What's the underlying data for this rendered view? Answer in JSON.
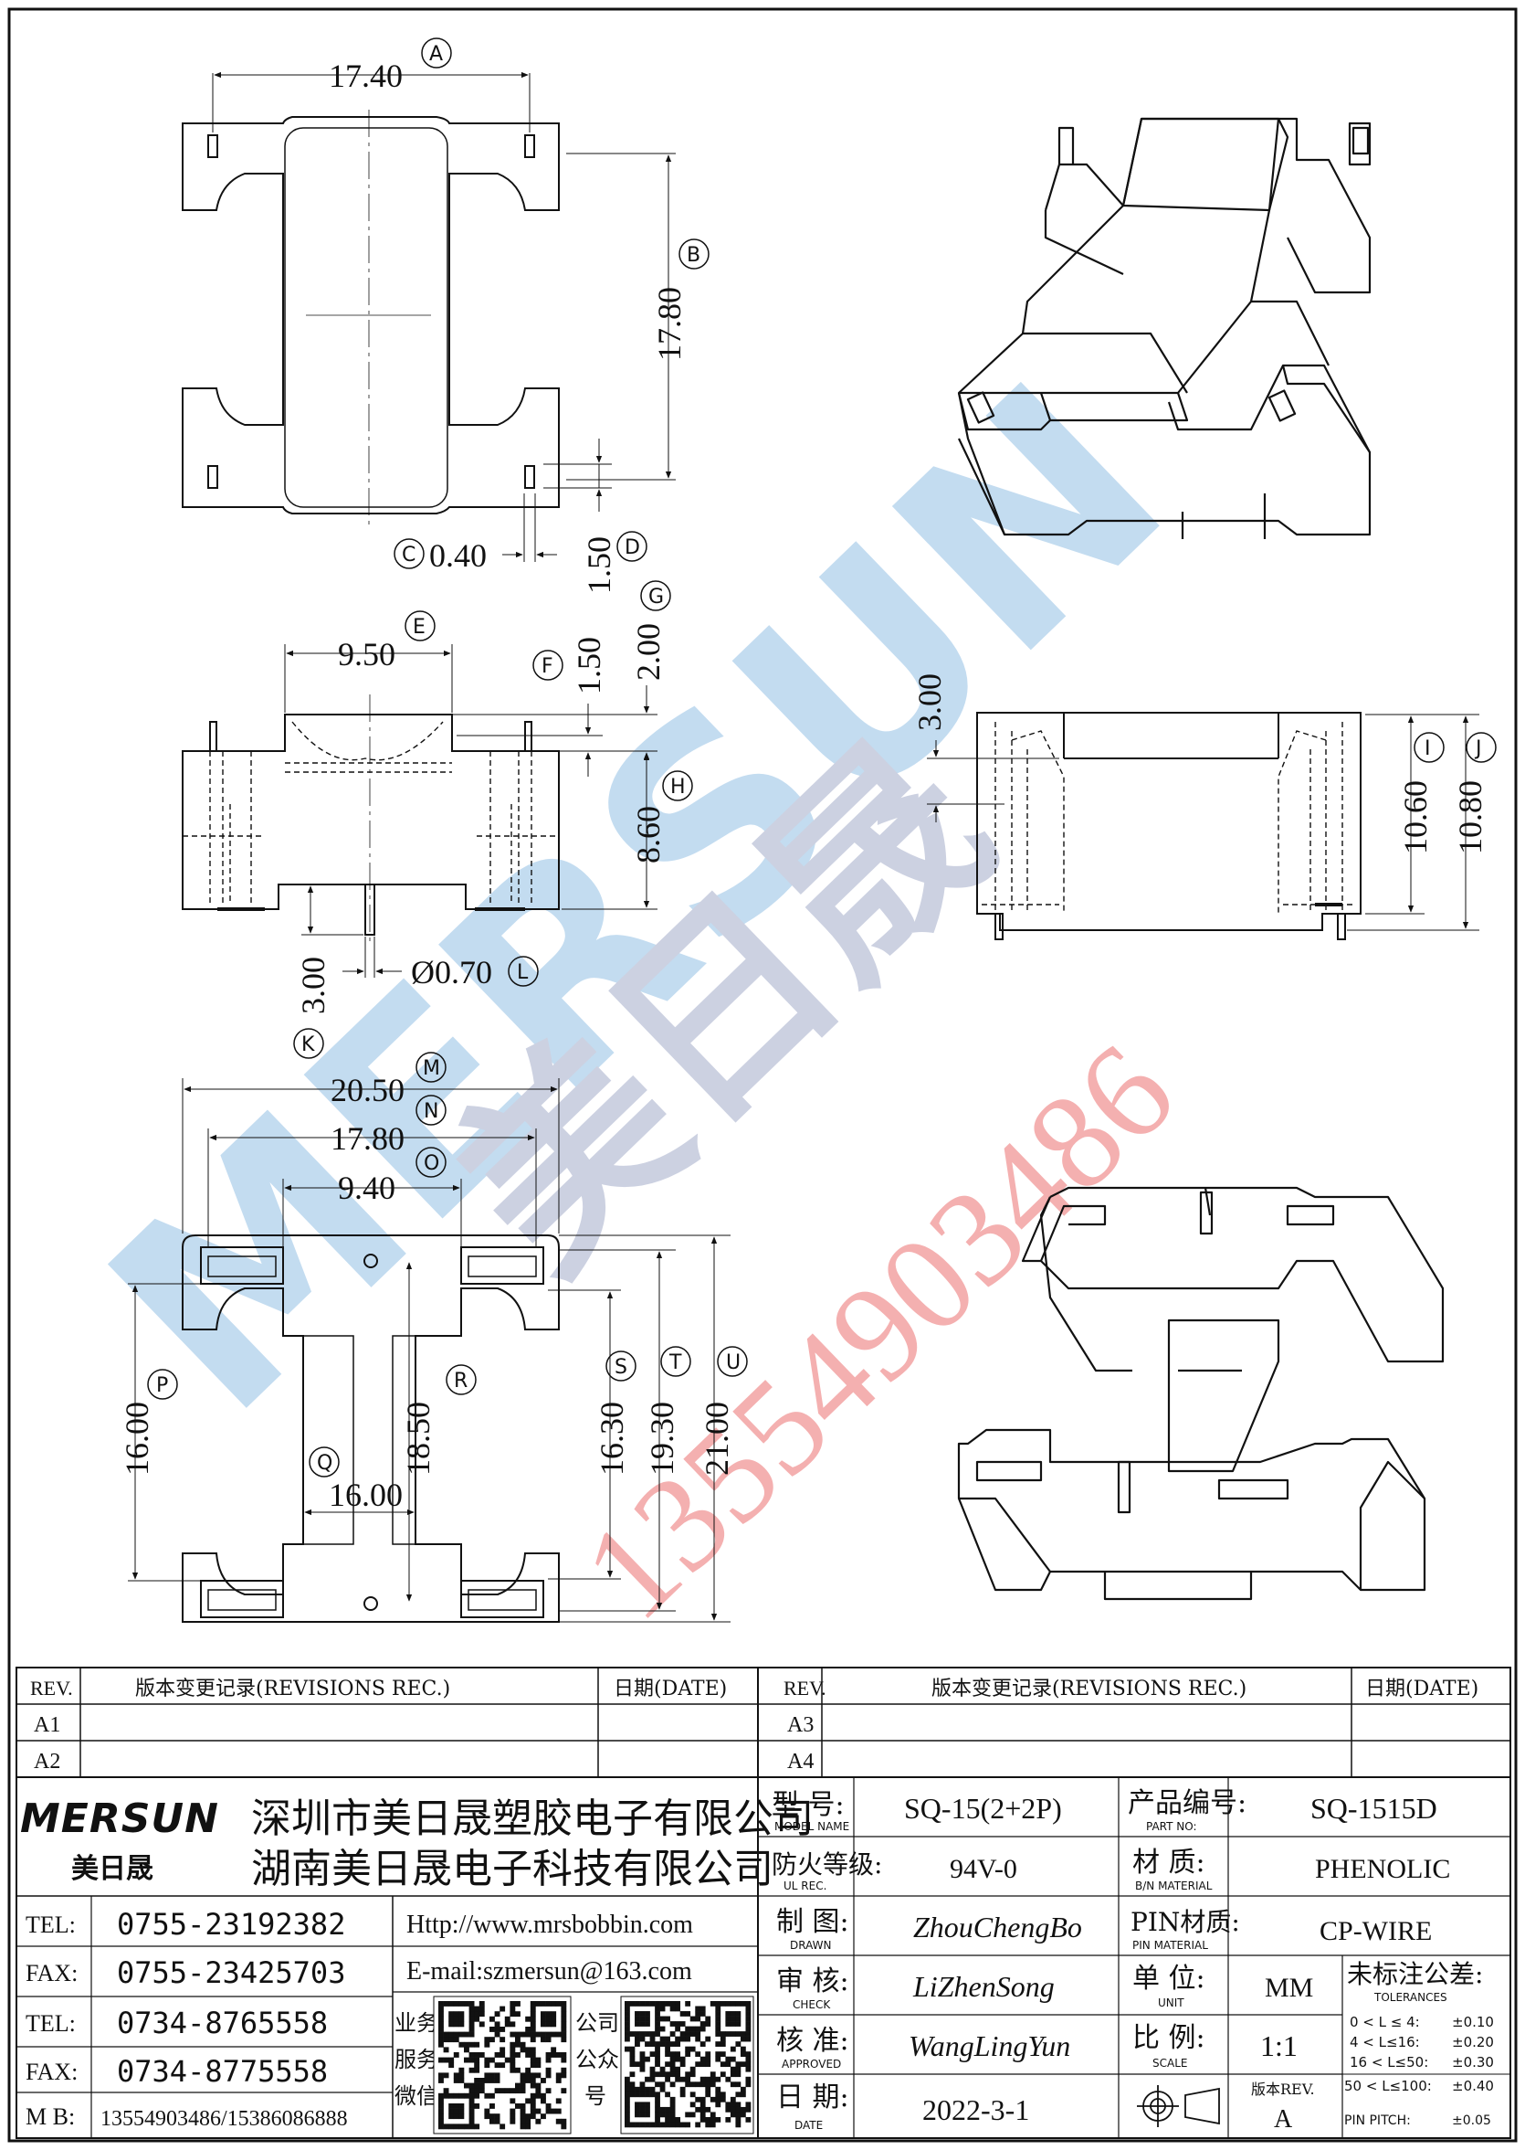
{
  "watermark": {
    "brand": "MERSUN",
    "cn": "美日晟",
    "phone": "13554903486",
    "brand_color": "#b9d6ee",
    "phone_color": "#f3a3a3"
  },
  "views": {
    "top": {
      "A": {
        "value": "17.40",
        "mark": "A"
      },
      "B": {
        "value": "17.80",
        "mark": "B"
      },
      "C": {
        "value": "0.40",
        "mark": "C"
      },
      "D": {
        "value": "1.50",
        "mark": "D"
      }
    },
    "front": {
      "E": {
        "value": "9.50",
        "mark": "E"
      },
      "F": {
        "value": "1.50",
        "mark": "F"
      },
      "G": {
        "value": "2.00",
        "mark": "G"
      },
      "H": {
        "value": "8.60",
        "mark": "H"
      },
      "K": {
        "value": "3.00",
        "mark": "K"
      },
      "L": {
        "value": "Ø0.70",
        "mark": "L"
      }
    },
    "side": {
      "pin": {
        "value": "3.00"
      },
      "I": {
        "value": "10.60",
        "mark": "I"
      },
      "J": {
        "value": "10.80",
        "mark": "J"
      }
    },
    "bottom": {
      "M": {
        "value": "20.50",
        "mark": "M"
      },
      "N": {
        "value": "17.80",
        "mark": "N"
      },
      "O": {
        "value": "9.40",
        "mark": "O"
      },
      "P": {
        "value": "16.00",
        "mark": "P"
      },
      "Q": {
        "value": "16.00",
        "mark": "Q"
      },
      "R": {
        "value": "18.50",
        "mark": "R"
      },
      "S": {
        "value": "16.30",
        "mark": "S"
      },
      "T": {
        "value": "19.30",
        "mark": "T"
      },
      "U": {
        "value": "21.00",
        "mark": "U"
      }
    }
  },
  "revisions": {
    "left": {
      "h_rev": "REV.",
      "h_rec": "版本变更记录(REVISIONS REC.)",
      "h_date": "日期(DATE)",
      "rows": [
        "A1",
        "A2"
      ]
    },
    "right": {
      "h_rev": "REV.",
      "h_rec": "版本变更记录(REVISIONS REC.)",
      "h_date": "日期(DATE)",
      "rows": [
        "A3",
        "A4"
      ]
    }
  },
  "company": {
    "logo": "MERSUN",
    "logo_cn": "美日晟",
    "name1": "深圳市美日晟塑胶电子有限公司",
    "name2": "湖南美日晟电子科技有限公司",
    "contacts": [
      {
        "label": "TEL:",
        "value": "0755-23192382"
      },
      {
        "label": "FAX:",
        "value": "0755-23425703"
      },
      {
        "label": "TEL:",
        "value": "0734-8765558"
      },
      {
        "label": "FAX:",
        "value": "0734-8775558"
      },
      {
        "label": "M B:",
        "value": "13554903486/15386086888"
      }
    ],
    "web": "Http://www.mrsbobbin.com",
    "email": "E-mail:szmersun@163.com",
    "qr1_label": [
      "业务",
      "服务",
      "微信"
    ],
    "qr2_label": [
      "公司",
      "公众",
      "号"
    ]
  },
  "spec": {
    "model_cn": "型  号:",
    "model_en": "MODEL NAME",
    "model": "SQ-15(2+2P)",
    "partno_cn": "产品编号:",
    "partno_en": "PART NO:",
    "partno": "SQ-1515D",
    "ul_cn": "防火等级:",
    "ul_en": "UL REC.",
    "ul": "94V-0",
    "mat_cn": "材  质:",
    "mat_en": "B/N MATERIAL",
    "mat": "PHENOLIC",
    "drawn_cn": "制  图:",
    "drawn_en": "DRAWN",
    "drawn": "ZhouChengBo",
    "pin_cn": "PIN材质:",
    "pin_en": "PIN MATERIAL",
    "pin": "CP-WIRE",
    "check_cn": "审  核:",
    "check_en": "CHECK",
    "check": "LiZhenSong",
    "unit_cn": "单  位:",
    "unit_en": "UNIT",
    "unit": "MM",
    "tol_cn": "未标注公差:",
    "tol_en": "TOLERANCES",
    "appr_cn": "核  准:",
    "appr_en": "APPROVED",
    "appr": "WangLingYun",
    "scale_cn": "比  例:",
    "scale_en": "SCALE",
    "scale": "1:1",
    "date_cn": "日  期:",
    "date_en": "DATE",
    "date": "2022-3-1",
    "ver_cn": "版本REV.",
    "ver": "A",
    "tolerances": [
      {
        "range": "0 < L ≤  4:",
        "tol": "±0.10"
      },
      {
        "range": "4 < L≤16:",
        "tol": "±0.20"
      },
      {
        "range": "16 < L≤50:",
        "tol": "±0.30"
      },
      {
        "range": "50 < L≤100:",
        "tol": "±0.40"
      },
      {
        "range": "PIN PITCH:",
        "tol": "±0.05"
      }
    ]
  }
}
